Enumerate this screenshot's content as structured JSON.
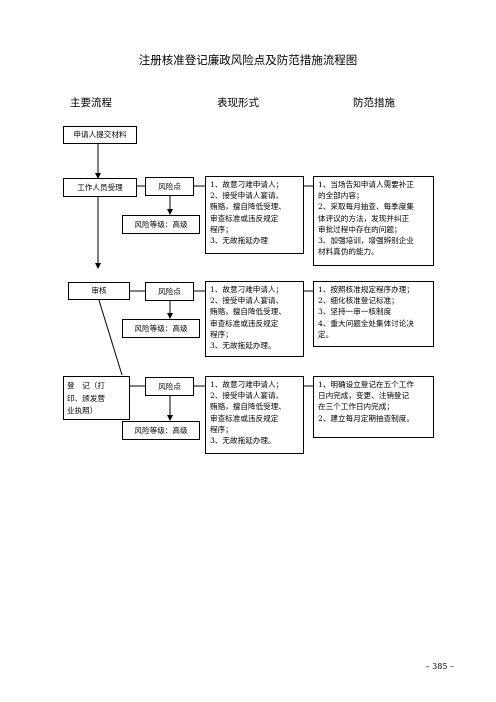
{
  "title": "注册核准登记廉政风险点及防范措施流程图",
  "headers": {
    "process": "主要流程",
    "form": "表现形式",
    "measures": "防范措施"
  },
  "start": "申请人提交材料",
  "stages": [
    {
      "step": "工作人员受理",
      "risk_point": "风险点",
      "risk_level": "风险等级：高级",
      "form_lines": [
        "1、故意刁难申请人；",
        "2、接受申请人宴请、",
        "贿赂，擅自降低受理、",
        "审查标准或违反规定",
        "程序；",
        "3、无故拖延办理"
      ],
      "measure_lines": [
        "1、当场告知申请人需要补正",
        "的全部内容；",
        "2、采取每月抽查、每季度集",
        "体评议的方法，发现并纠正",
        "审批过程中存在的问题；",
        "3、加强培训，增强辨别企业",
        "材料真伪的能力。"
      ]
    },
    {
      "step": "审核",
      "risk_point": "风险点",
      "risk_level": "风险等级：高级",
      "form_lines": [
        "1、故意刁难申请人；",
        "2、接受申请人宴请、",
        "贿赂，擅自降低受理、",
        "审查标准或违反规定",
        "程序；",
        "3、无故拖延办理。"
      ],
      "measure_lines": [
        "1、按照核准规定程序办理；",
        "2、细化核准登记标准；",
        "3、坚持一审一核制度",
        "4、重大问题全处集体讨论决",
        "定。"
      ]
    },
    {
      "step_lines": [
        "登　记（打",
        "印、颁发营",
        "业执照）"
      ],
      "risk_point": "风险点",
      "risk_level": "风险等级：高级",
      "form_lines": [
        "1、故意刁难申请人；",
        "2、接受申请人宴请、",
        "贿赂，擅自降低受理、",
        "审查标准或违反规定",
        "程序；",
        "3、无故拖延办理。"
      ],
      "measure_lines": [
        "1、明确设立登记在五个工作",
        "日内完成，变更、注销登记",
        "在三个工作日内完成；",
        "2、建立每月定期抽查制度。"
      ]
    }
  ],
  "page_number": "– 385 –"
}
